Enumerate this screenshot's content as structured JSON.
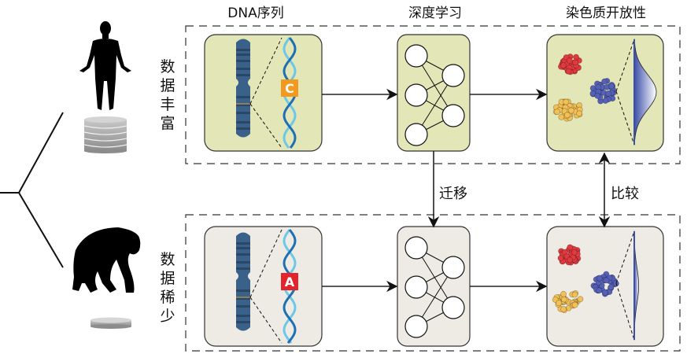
{
  "columns": {
    "dna": "DNA序列",
    "deep_learning": "深度学习",
    "chromatin": "染色质开放性"
  },
  "rows": {
    "top": {
      "label": "数据丰富",
      "species_icon": "human-silhouette-icon",
      "data_icon": "database-stack-large-icon",
      "nucleotide": "C",
      "nucleotide_color": "#f39a1e",
      "panel_color": "#e3e6b6",
      "peak_height": 1.0
    },
    "bottom": {
      "label": "数据稀少",
      "species_icon": "chimpanzee-silhouette-icon",
      "data_icon": "database-stack-small-icon",
      "nucleotide": "A",
      "nucleotide_color": "#e2242b",
      "panel_color": "#eeebe4",
      "peak_height": 0.2
    }
  },
  "edges": {
    "transfer": "迁移",
    "compare": "比较"
  },
  "colors": {
    "chromosome": "#3a6189",
    "dna_dark": "#1f6fb5",
    "dna_light": "#6cc8e6",
    "cluster_red": "#e03a3f",
    "cluster_yellow": "#f2c055",
    "cluster_blue": "#5560b8",
    "peak": "#3d4fa8"
  }
}
